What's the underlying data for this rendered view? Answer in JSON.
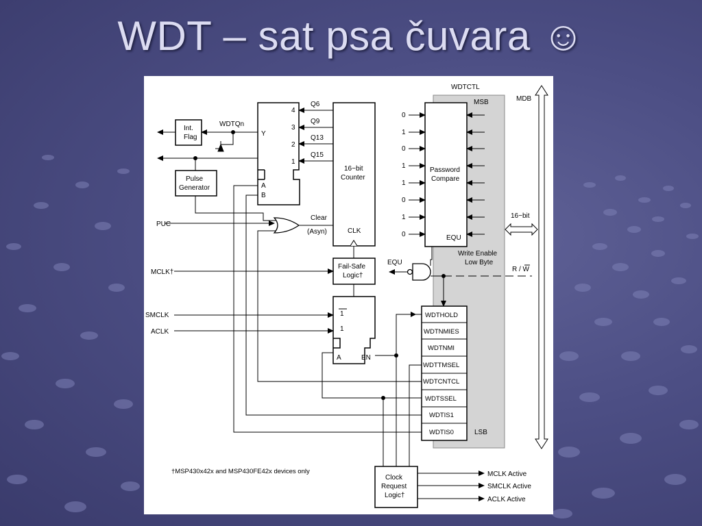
{
  "slide": {
    "title": "WDT – sat psa čuvara ☺"
  },
  "diagram": {
    "register_name": "WDTCTL",
    "bus_label": "MDB",
    "bus_width": "16−bit",
    "msb": "MSB",
    "lsb": "LSB",
    "password_bits": [
      "0",
      "1",
      "0",
      "1",
      "1",
      "0",
      "1",
      "0"
    ],
    "password_compare": [
      "Password",
      "Compare"
    ],
    "equ_out": "EQU",
    "equ": "EQU",
    "write_enable": [
      "Write Enable",
      "Low Byte"
    ],
    "rw": "R / W",
    "registers": [
      "WDTHOLD",
      "WDTNMIES",
      "WDTNMI",
      "WDTTMSEL",
      "WDTCNTCL",
      "WDTSSEL",
      "WDTIS1",
      "WDTIS0"
    ],
    "counter": [
      "16−bit",
      "Counter"
    ],
    "counter_taps": [
      "Q6",
      "Q9",
      "Q13",
      "Q15"
    ],
    "mux_inputs": [
      "4",
      "3",
      "2",
      "1"
    ],
    "mux_out": "Y",
    "mux_sel": [
      "A",
      "B"
    ],
    "int_flag": [
      "Int.",
      "Flag"
    ],
    "wdtqn": "WDTQn",
    "pulse_gen": [
      "Pulse",
      "Generator"
    ],
    "puc": "PUC",
    "clear": "Clear",
    "asyn": "(Asyn)",
    "clk": "CLK",
    "mclk": "MCLK†",
    "failsafe": [
      "Fail-Safe",
      "Logic†"
    ],
    "smclk": "SMCLK",
    "aclk": "ACLK",
    "clkmux_in": [
      "1",
      "1"
    ],
    "clkmux_a": "A",
    "clkmux_en": "EN",
    "footnote": "†MSP430x42x and MSP430FE42x devices only",
    "clock_req": [
      "Clock",
      "Request",
      "Logic†"
    ],
    "outputs": [
      "MCLK Active",
      "SMCLK Active",
      "ACLK Active"
    ]
  }
}
